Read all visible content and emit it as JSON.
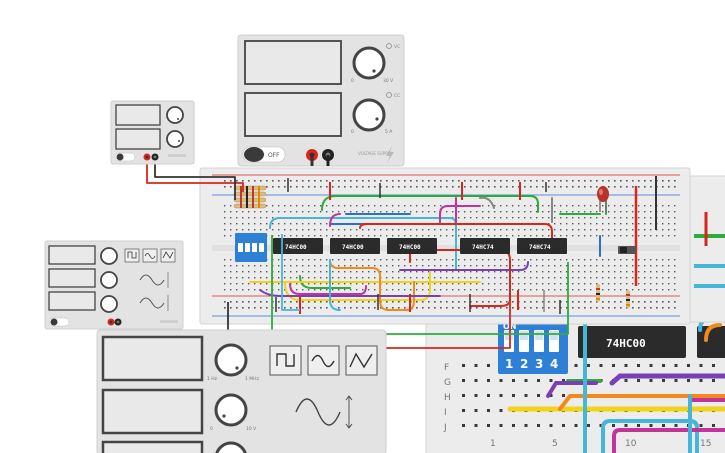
{
  "power_supply": {
    "btn_off": "OFF",
    "label_vc": "VC",
    "label_cc": "CC",
    "knob1_min": "0",
    "knob1_max": "30 V",
    "knob2_min": "0",
    "knob2_max": "5 A",
    "brand": "VOLTAGE SUPPLY"
  },
  "chips": [
    "74HC00",
    "74HC00",
    "74HC00",
    "74HC74",
    "74HC74"
  ],
  "zoom": {
    "dip_on": "ON",
    "dip_numbers": [
      "1",
      "2",
      "3",
      "4"
    ],
    "chip_label": "74HC00",
    "row_labels": [
      "F",
      "G",
      "H",
      "I",
      "J"
    ],
    "col_numbers": [
      "1",
      "5",
      "10",
      "15"
    ]
  },
  "function_generator": {
    "knob1_min": "1 Hz",
    "knob1_max": "1 MHz",
    "knob2_min": "0",
    "knob2_max": "10 V"
  },
  "colors": {
    "red": "#d9261c",
    "green": "#2eab3f",
    "blue": "#2b6fd1",
    "yellow": "#f2d31b",
    "magenta": "#c2349b",
    "orange": "#f08a1c",
    "purple": "#7a3fb5",
    "cyan": "#45b5d8",
    "board": "#ececec",
    "device": "#e3e3e3"
  }
}
